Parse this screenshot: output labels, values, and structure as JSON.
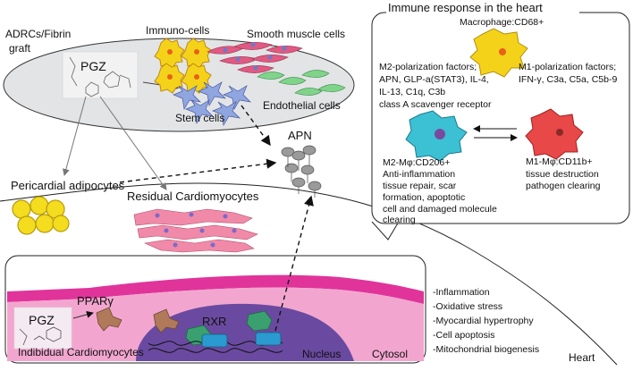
{
  "graft": {
    "title_line1": "ADRCs/Fibrin",
    "title_line2": "graft",
    "drug": "PGZ",
    "immuno_cells": "Immuno-cells",
    "smooth_muscle_cells": "Smooth muscle cells",
    "stem_cells": "Stem cells",
    "endothelial_cells": "Endothelial cells"
  },
  "apn_label": "APN",
  "pericardial": "Pericardial adipocytes",
  "residual": "Residual Cardiomyocytes",
  "immune": {
    "title": "Immune response in the heart",
    "macrophage": "Macrophage:CD68+",
    "m2_factors": [
      "M2-polarization factors;",
      "APN, GLP-a(STAT3), IL-4,",
      "IL-13, C1q, C3b",
      "class A scavenger receptor"
    ],
    "m1_factors": [
      "M1-polarization factors;",
      "IFN-γ, C3a, C5a, C5b-9"
    ],
    "m2_title": "M2-Mφ:CD206+",
    "m2_desc": [
      "Anti-inflammation",
      "tissue repair, scar",
      "formation, apoptotic",
      "cell and damaged molecule",
      "clearing"
    ],
    "m1_title": "M1-Mφ:CD11b+",
    "m1_desc": [
      "tissue destruction",
      "pathogen clearing"
    ]
  },
  "cell": {
    "drug": "PGZ",
    "ppar": "PPARγ",
    "rxr": "RXR",
    "label": "Indibidual Cardiomyocytes",
    "nucleus": "Nucleus",
    "cytosol": "Cytosol"
  },
  "effects": [
    "-Inflammation",
    "-Oxidative stress",
    "-Myocardial hypertrophy",
    "-Cell apoptosis",
    "-Mitochondrial biogenesis"
  ],
  "heart": "Heart",
  "colors": {
    "graft_fill": "#e2e4e6",
    "cell_pink": "#f2a6cf",
    "cell_magenta": "#e0349a",
    "nucleus": "#6a4aa0",
    "immuno_yellow": "#f5d21a",
    "macrophage_m2": "#3cc0d4",
    "macrophage_m1": "#e84848",
    "adipocyte": "#f4dc1e"
  }
}
